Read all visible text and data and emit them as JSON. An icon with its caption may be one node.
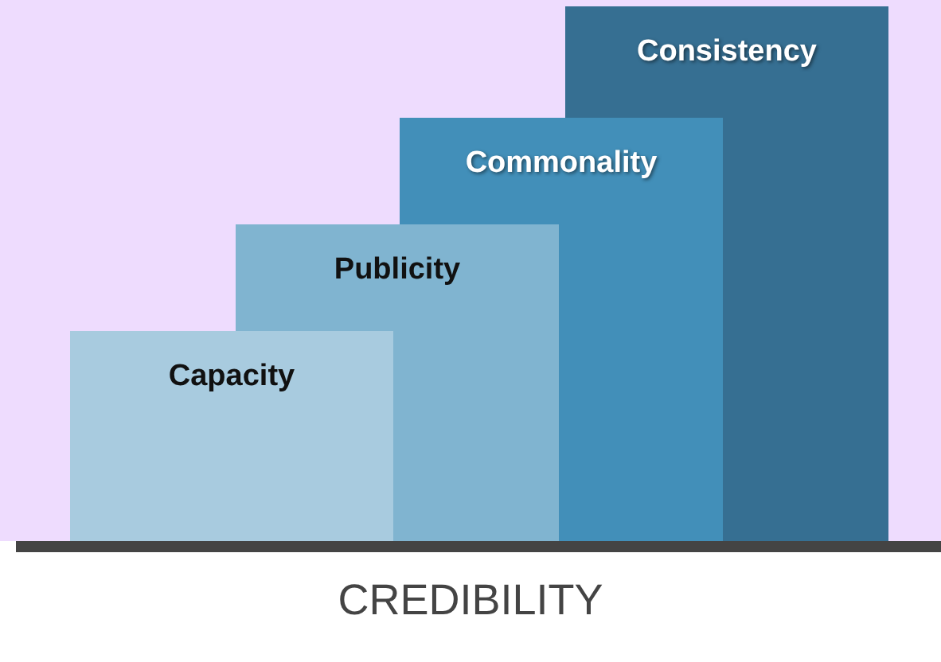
{
  "diagram": {
    "nodes": [
      {
        "text": [
          "Capacity"
        ]
      },
      {
        "text": [
          "Publicity"
        ]
      },
      {
        "text": [
          "Commonality"
        ]
      },
      {
        "text": [
          "Consistency"
        ]
      }
    ],
    "labels": [
      "CREDIBILITY"
    ]
  }
}
